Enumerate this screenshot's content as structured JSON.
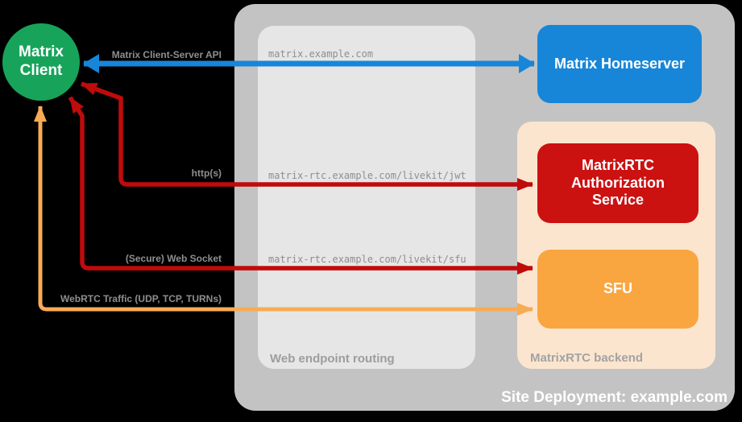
{
  "client": {
    "label": "Matrix Client"
  },
  "site": {
    "title": "Site Deployment: example.com",
    "routing_panel_label": "Web endpoint routing",
    "backend_panel_label": "MatrixRTC backend"
  },
  "endpoints": {
    "homeserver": "matrix.example.com",
    "jwt": "matrix-rtc.example.com/livekit/jwt",
    "sfu": "matrix-rtc.example.com/livekit/sfu"
  },
  "nodes": {
    "homeserver": {
      "label": "Matrix Homeserver",
      "color": "#1786d9"
    },
    "auth_service": {
      "label": "MatrixRTC Authorization Service",
      "color": "#cc1111"
    },
    "sfu": {
      "label": "SFU",
      "color": "#f9a640"
    }
  },
  "connections": {
    "client_server_api": {
      "label": "Matrix Client-Server API",
      "color": "#1786d9",
      "style": "double-headed-arrow"
    },
    "https": {
      "label": "http(s)",
      "color": "#c00b0b",
      "style": "arrow-both-ends"
    },
    "websocket": {
      "label": "(Secure) Web Socket",
      "color": "#c00b0b",
      "style": "arrow-both-ends"
    },
    "webrtc": {
      "label": "WebRTC Traffic (UDP, TCP, TURNs)",
      "color": "#f8ab55",
      "style": "arrow-both-ends"
    }
  },
  "colors": {
    "client_green": "#17a45a",
    "site_container_gray": "#c3c3c3",
    "routing_panel_gray": "#e6e6e6",
    "backend_peach": "#fbe5cf",
    "background": "#000000",
    "label_gray": "#8e8e8e"
  }
}
